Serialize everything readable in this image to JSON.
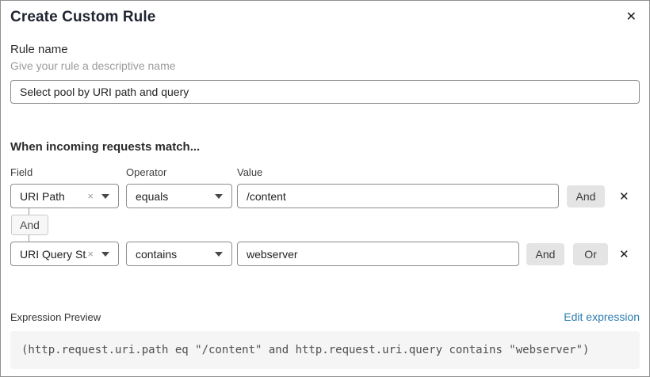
{
  "dialog": {
    "title": "Create Custom Rule"
  },
  "icons": {
    "close": "✕",
    "clear": "×"
  },
  "rule_name": {
    "label": "Rule name",
    "helper": "Give your rule a descriptive name",
    "value": "Select pool by URI path and query"
  },
  "match": {
    "heading": "When incoming requests match...",
    "columns": {
      "field": "Field",
      "operator": "Operator",
      "value": "Value"
    },
    "connector_label": "And",
    "rows": [
      {
        "field": "URI Path",
        "operator": "equals",
        "value": "/content",
        "and_label": "And"
      },
      {
        "field": "URI Query St...",
        "operator": "contains",
        "value": "webserver",
        "and_label": "And",
        "or_label": "Or"
      }
    ]
  },
  "expression": {
    "label": "Expression Preview",
    "edit_link": "Edit expression",
    "code": "(http.request.uri.path eq \"/content\" and http.request.uri.query contains \"webserver\")"
  },
  "colors": {
    "link_blue": "#2c7cb0",
    "button_gray": "#e4e4e4",
    "code_background": "#f5f5f5",
    "input_border": "#8d8d8d",
    "dialog_border": "#8f8f8f"
  }
}
